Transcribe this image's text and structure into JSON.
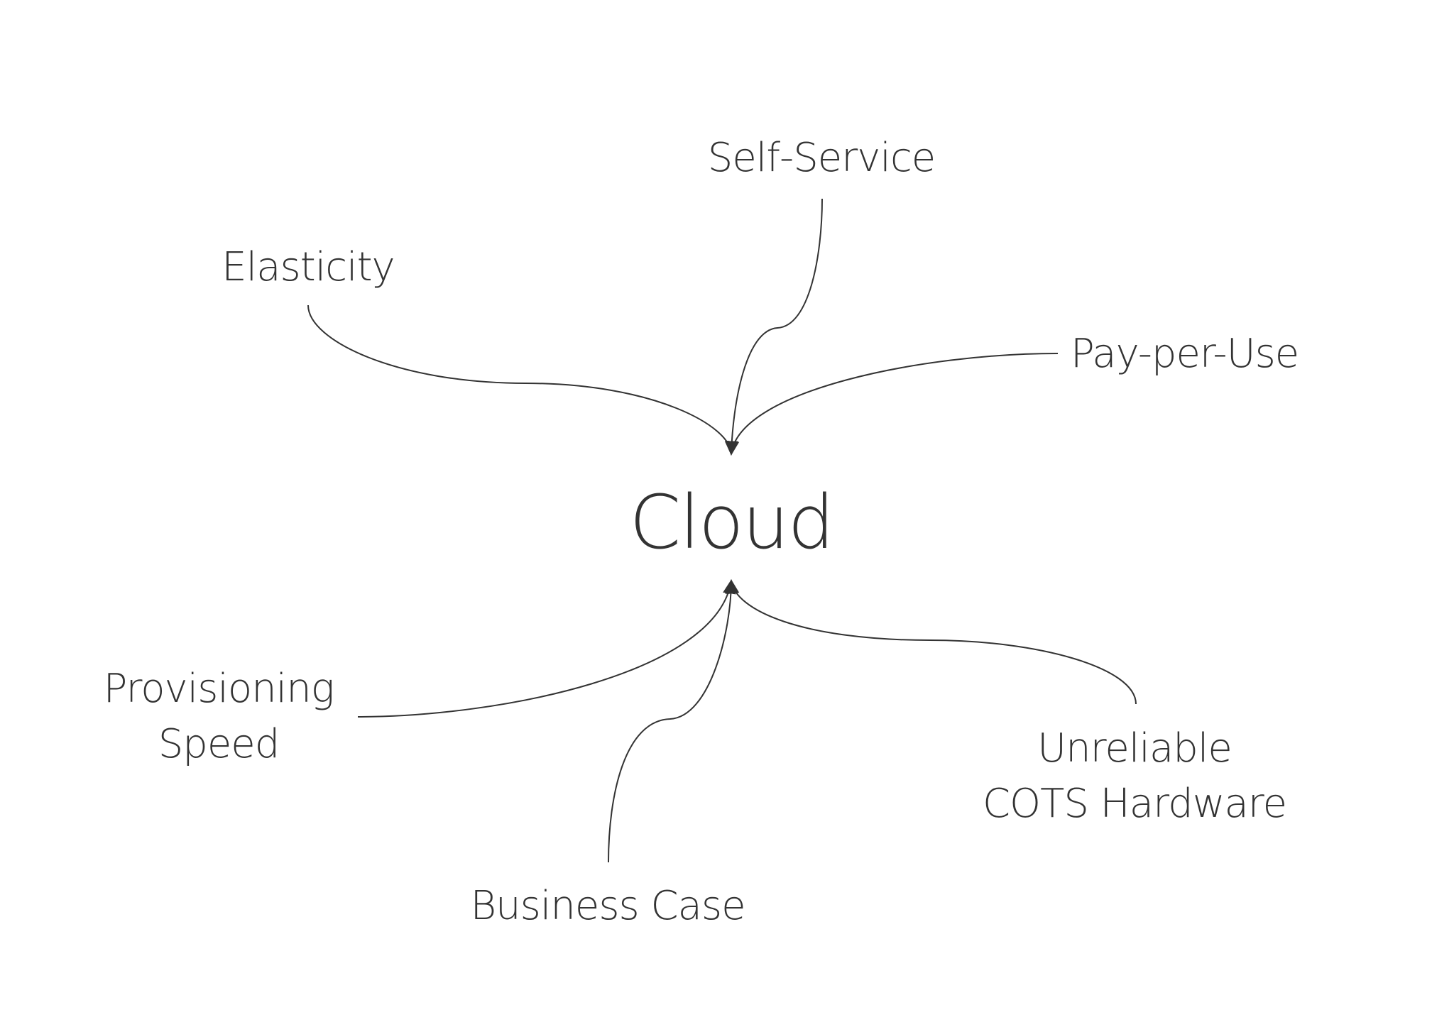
{
  "diagram": {
    "center_label": "Cloud",
    "factors": {
      "self_service": "Self-Service",
      "elasticity": "Elasticity",
      "pay_per_use": "Pay-per-Use",
      "provisioning_speed": [
        "Provisioning",
        "Speed"
      ],
      "business_case": "Business Case",
      "unreliable_cots_hardware": [
        "Unreliable",
        "COTS Hardware"
      ]
    },
    "colors": {
      "text": "#333333",
      "line": "#333333",
      "background": "#ffffff"
    }
  }
}
